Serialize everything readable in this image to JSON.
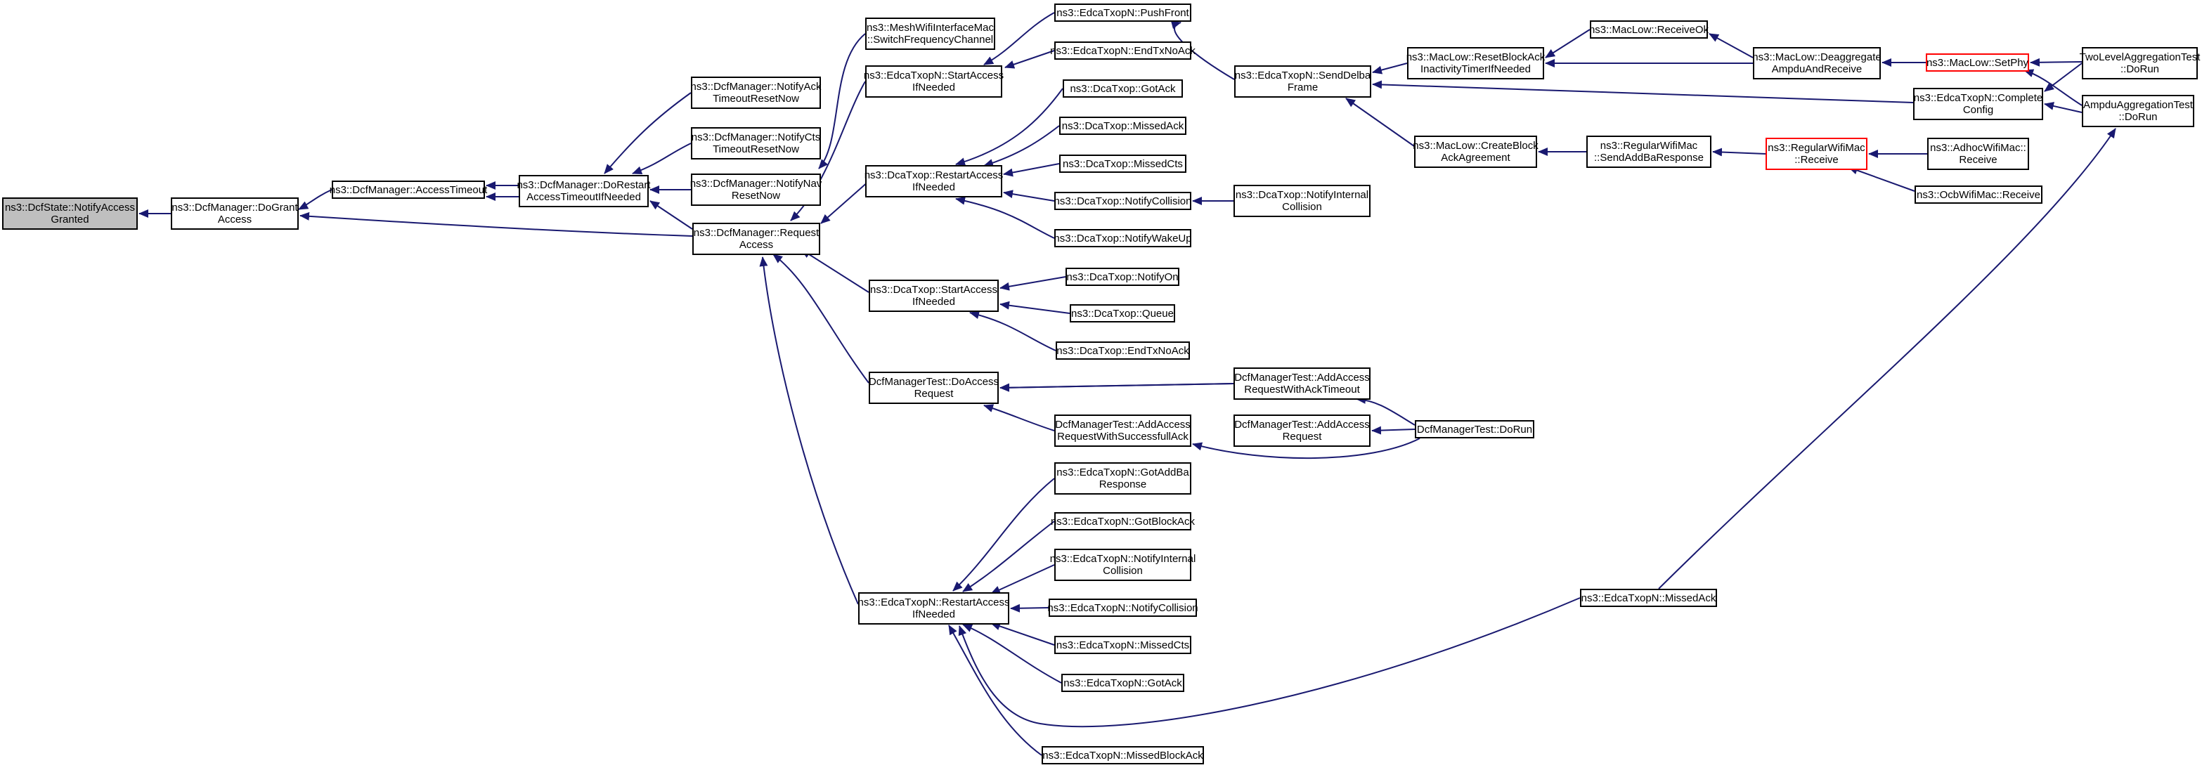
{
  "colors": {
    "edge": "#191970",
    "node_border": "#000000",
    "highlight_border": "#ff0000",
    "root_fill": "#bfbfbf"
  },
  "nodes": {
    "notify_access_granted": {
      "l1": "ns3::DcfState::NotifyAccess",
      "l2": "Granted"
    },
    "do_grant_access": {
      "l1": "ns3::DcfManager::DoGrant",
      "l2": "Access"
    },
    "access_timeout": {
      "l1": "ns3::DcfManager::AccessTimeout"
    },
    "do_restart_access_timeout": {
      "l1": "ns3::DcfManager::DoRestart",
      "l2": "AccessTimeoutIfNeeded"
    },
    "request_access": {
      "l1": "ns3::DcfManager::Request",
      "l2": "Access"
    },
    "notify_ack_timeout_reset": {
      "l1": "ns3::DcfManager::NotifyAck",
      "l2": "TimeoutResetNow"
    },
    "notify_cts_timeout_reset": {
      "l1": "ns3::DcfManager::NotifyCts",
      "l2": "TimeoutResetNow"
    },
    "notify_nav_reset": {
      "l1": "ns3::DcfManager::NotifyNav",
      "l2": "ResetNow"
    },
    "mesh_switch_freq": {
      "l1": "ns3::MeshWifiInterfaceMac",
      "l2": "::SwitchFrequencyChannel"
    },
    "edca_start_access": {
      "l1": "ns3::EdcaTxopN::StartAccess",
      "l2": "IfNeeded"
    },
    "edca_push_front": {
      "l1": "ns3::EdcaTxopN::PushFront"
    },
    "edca_end_tx_no_ack_top": {
      "l1": "ns3::EdcaTxopN::EndTxNoAck"
    },
    "dca_restart_access": {
      "l1": "ns3::DcaTxop::RestartAccess",
      "l2": "IfNeeded"
    },
    "dca_got_ack": {
      "l1": "ns3::DcaTxop::GotAck"
    },
    "dca_missed_ack": {
      "l1": "ns3::DcaTxop::MissedAck"
    },
    "dca_missed_cts": {
      "l1": "ns3::DcaTxop::MissedCts"
    },
    "dca_notify_collision": {
      "l1": "ns3::DcaTxop::NotifyCollision"
    },
    "dca_notify_wakeup": {
      "l1": "ns3::DcaTxop::NotifyWakeUp"
    },
    "dca_notify_internal_collision": {
      "l1": "ns3::DcaTxop::NotifyInternal",
      "l2": "Collision"
    },
    "dca_start_access": {
      "l1": "ns3::DcaTxop::StartAccess",
      "l2": "IfNeeded"
    },
    "dca_notify_on": {
      "l1": "ns3::DcaTxop::NotifyOn"
    },
    "dca_queue": {
      "l1": "ns3::DcaTxop::Queue"
    },
    "dca_end_tx_no_ack": {
      "l1": "ns3::DcaTxop::EndTxNoAck"
    },
    "test_do_access_request": {
      "l1": "DcfManagerTest::DoAccess",
      "l2": "Request"
    },
    "test_add_access_request_ack_timeout": {
      "l1": "DcfManagerTest::AddAccess",
      "l2": "RequestWithAckTimeout"
    },
    "test_add_access_request_successful_ack": {
      "l1": "DcfManagerTest::AddAccess",
      "l2": "RequestWithSuccessfullAck"
    },
    "test_add_access_request": {
      "l1": "DcfManagerTest::AddAccess",
      "l2": "Request"
    },
    "test_do_run": {
      "l1": "DcfManagerTest::DoRun"
    },
    "edca_send_delba": {
      "l1": "ns3::EdcaTxopN::SendDelba",
      "l2": "Frame"
    },
    "mac_reset_block_ack": {
      "l1": "ns3::MacLow::ResetBlockAck",
      "l2": "InactivityTimerIfNeeded"
    },
    "mac_receive_ok": {
      "l1": "ns3::MacLow::ReceiveOk"
    },
    "mac_deaggregate": {
      "l1": "ns3::MacLow::Deaggregate",
      "l2": "AmpduAndReceive"
    },
    "mac_set_phy": {
      "l1": "ns3::MacLow::SetPhy"
    },
    "two_level_aggregation_test": {
      "l1": "TwoLevelAggregationTest",
      "l2": "::DoRun"
    },
    "ampdu_aggregation_test": {
      "l1": "AmpduAggregationTest",
      "l2": "::DoRun"
    },
    "edca_complete_config": {
      "l1": "ns3::EdcaTxopN::Complete",
      "l2": "Config"
    },
    "mac_create_block_ack": {
      "l1": "ns3::MacLow::CreateBlock",
      "l2": "AckAgreement"
    },
    "regular_send_addba": {
      "l1": "ns3::RegularWifiMac",
      "l2": "::SendAddBaResponse"
    },
    "regular_receive": {
      "l1": "ns3::RegularWifiMac",
      "l2": "::Receive"
    },
    "adhoc_receive": {
      "l1": "ns3::AdhocWifiMac::",
      "l2": "Receive"
    },
    "ocb_receive": {
      "l1": "ns3::OcbWifiMac::Receive"
    },
    "edca_restart_access": {
      "l1": "ns3::EdcaTxopN::RestartAccess",
      "l2": "IfNeeded"
    },
    "edca_got_add_ba": {
      "l1": "ns3::EdcaTxopN::GotAddBa",
      "l2": "Response"
    },
    "edca_got_block_ack": {
      "l1": "ns3::EdcaTxopN::GotBlockAck"
    },
    "edca_notify_internal_collision": {
      "l1": "ns3::EdcaTxopN::NotifyInternal",
      "l2": "Collision"
    },
    "edca_notify_collision": {
      "l1": "ns3::EdcaTxopN::NotifyCollision"
    },
    "edca_missed_cts": {
      "l1": "ns3::EdcaTxopN::MissedCts"
    },
    "edca_got_ack": {
      "l1": "ns3::EdcaTxopN::GotAck"
    },
    "edca_missed_block_ack": {
      "l1": "ns3::EdcaTxopN::MissedBlockAck"
    },
    "edca_missed_ack": {
      "l1": "ns3::EdcaTxopN::MissedAck"
    }
  }
}
